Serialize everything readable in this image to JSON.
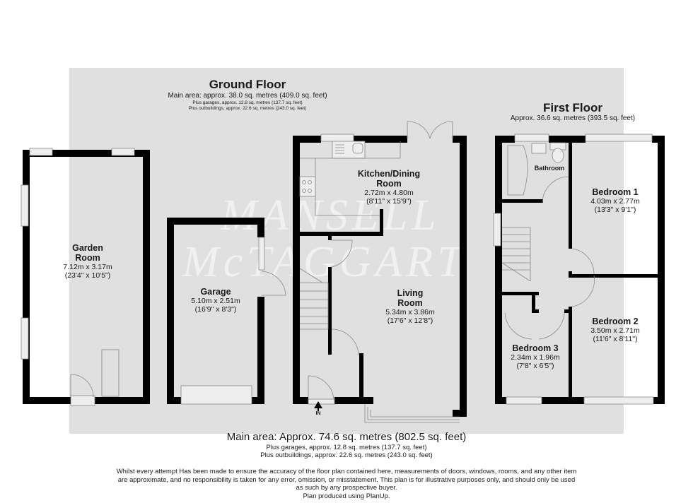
{
  "watermark": {
    "line1": "MANSELL",
    "line2": "McTAGGART"
  },
  "ground_floor": {
    "title": "Ground Floor",
    "main_area": "Main area: approx. 38.0 sq. metres (409.0 sq. feet)",
    "garages": "Plus garages, approx. 12.8 sq. metres (137.7 sq. feet)",
    "outbuildings": "Plus outbuildings, approx. 22.6 sq. metres (243.0 sq. feet)"
  },
  "first_floor": {
    "title": "First Floor",
    "area": "Approx. 36.6 sq. metres (393.5 sq. feet)"
  },
  "rooms": {
    "garden_room": {
      "name": "Garden\nRoom",
      "name1": "Garden",
      "name2": "Room",
      "metric": "7.12m x 3.17m",
      "imperial": "(23'4\" x 10'5\")"
    },
    "garage": {
      "name": "Garage",
      "metric": "5.10m x 2.51m",
      "imperial": "(16'9\" x 8'3\")"
    },
    "kitchen": {
      "name1": "Kitchen/Dining",
      "name2": "Room",
      "metric": "2.72m x 4.80m",
      "imperial": "(8'11\" x 15'9\")"
    },
    "living": {
      "name1": "Living",
      "name2": "Room",
      "metric": "5.34m x 3.86m",
      "imperial": "(17'6\" x 12'8\")"
    },
    "bathroom": {
      "name": "Bathroom"
    },
    "bedroom1": {
      "name": "Bedroom 1",
      "metric": "4.03m x 2.77m",
      "imperial": "(13'3\" x 9'1\")"
    },
    "bedroom2": {
      "name": "Bedroom 2",
      "metric": "3.50m x 2.71m",
      "imperial": "(11'6\" x 8'11\")"
    },
    "bedroom3": {
      "name": "Bedroom 3",
      "metric": "2.34m x 1.96m",
      "imperial": "(7'8\" x 6'5\")"
    }
  },
  "entrance_label": "IN",
  "totals": {
    "main_area": "Main area: Approx. 74.6 sq. metres (802.5 sq. feet)",
    "garages": "Plus garages, approx. 12.8 sq. metres (137.7 sq. feet)",
    "outbuildings": "Plus outbuildings, approx. 22.6 sq. metres (243.0 sq. feet)"
  },
  "disclaimer": {
    "line1": "Whilst every attempt Has been made to ensure the accuracy of the floor plan contained here, measurements of doors, windows, rooms, and any other item",
    "line2": "are approximate, and no responsibility is taken for any error, omission, or misstatement. This plan is for illustrative purposes only, and should only be used",
    "line3": "as such by any prospective buyer.",
    "line4": "Plan produced using PlanUp."
  },
  "colors": {
    "background_box": "#e0e0e0",
    "walls": "#000000",
    "fixtures": "#888888"
  }
}
